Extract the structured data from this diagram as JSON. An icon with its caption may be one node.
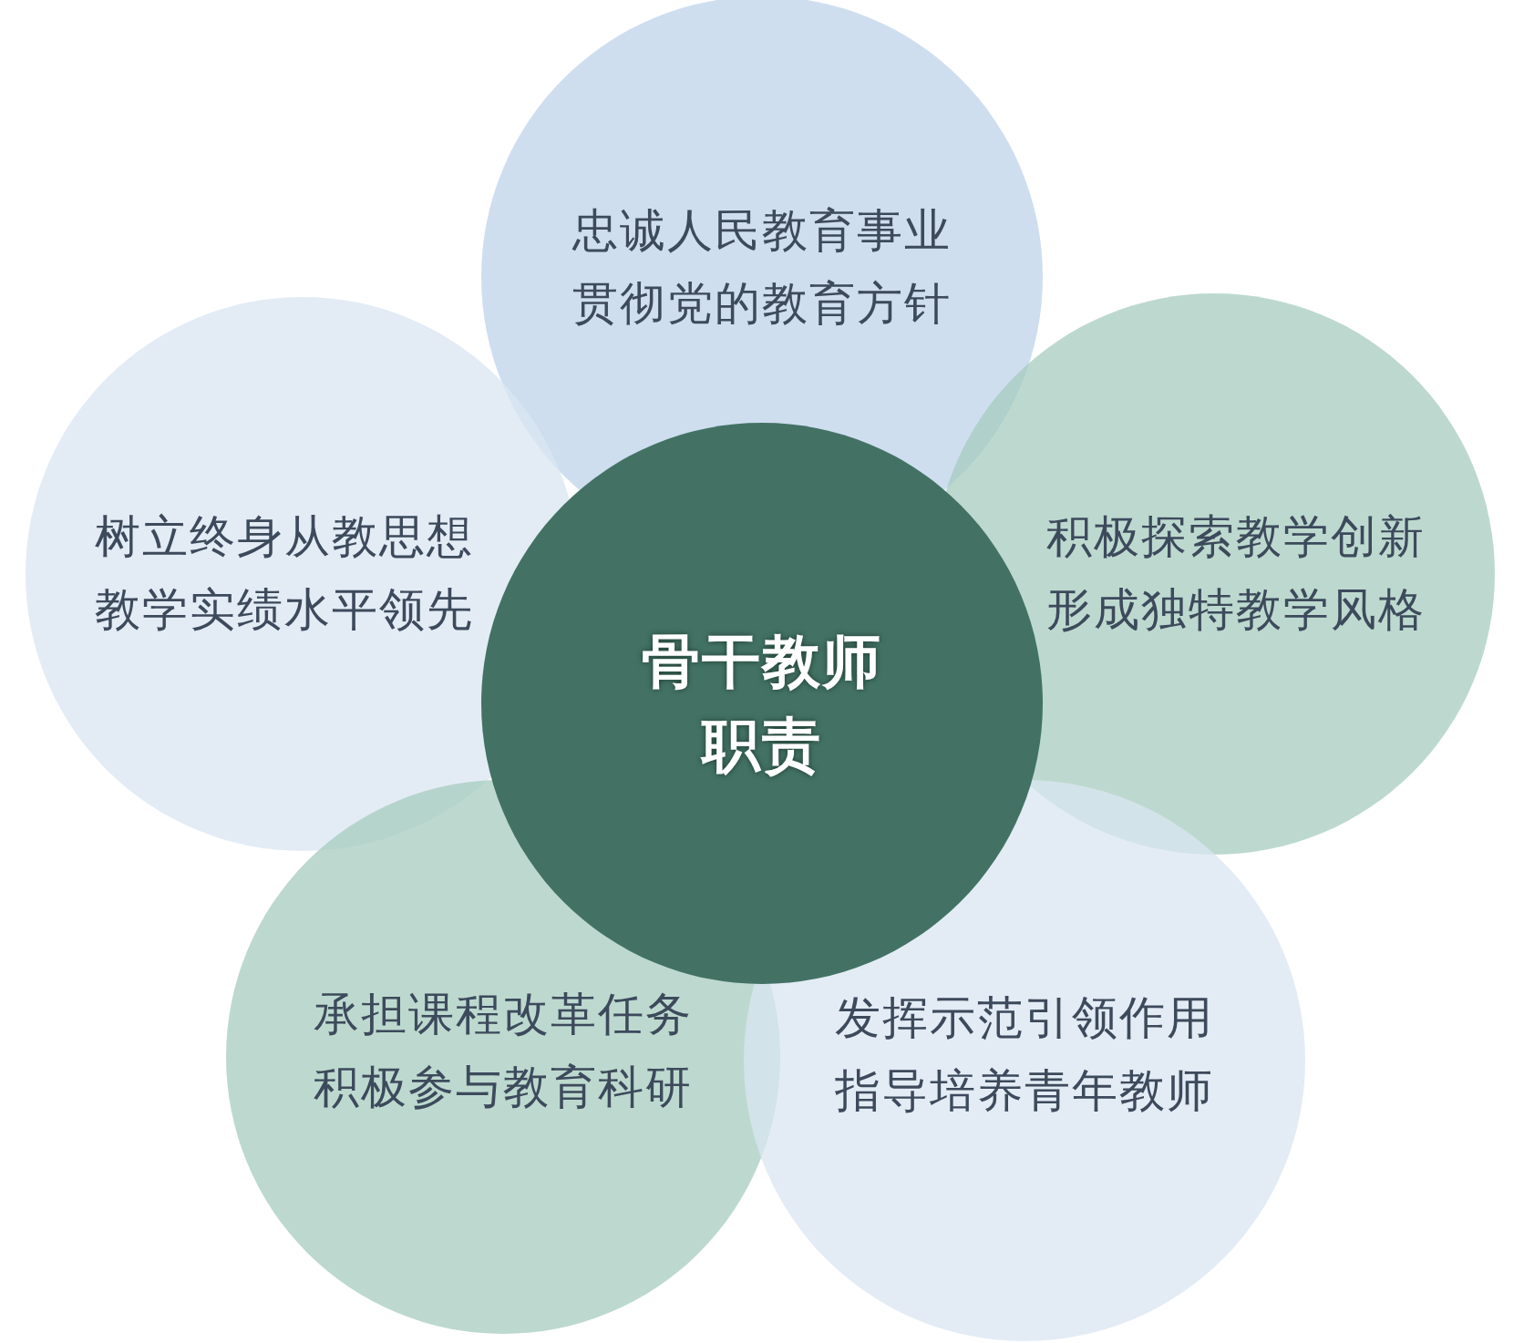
{
  "diagram": {
    "nodes": [
      {
        "text": [
          "忠诚人民教育事业贯彻党的教育方针"
        ]
      },
      {
        "text": [
          "树立终身从教思想教学实绩水平领先"
        ]
      },
      {
        "text": [
          "骨干教师职责"
        ]
      },
      {
        "text": [
          "积极探索教学创新形成独特教学风格"
        ]
      },
      {
        "text": [
          "承担课程改革任务积极参与教育科研"
        ]
      },
      {
        "text": [
          "发挥示范引领作用指导培养青年教师"
        ]
      }
    ],
    "edges": []
  }
}
